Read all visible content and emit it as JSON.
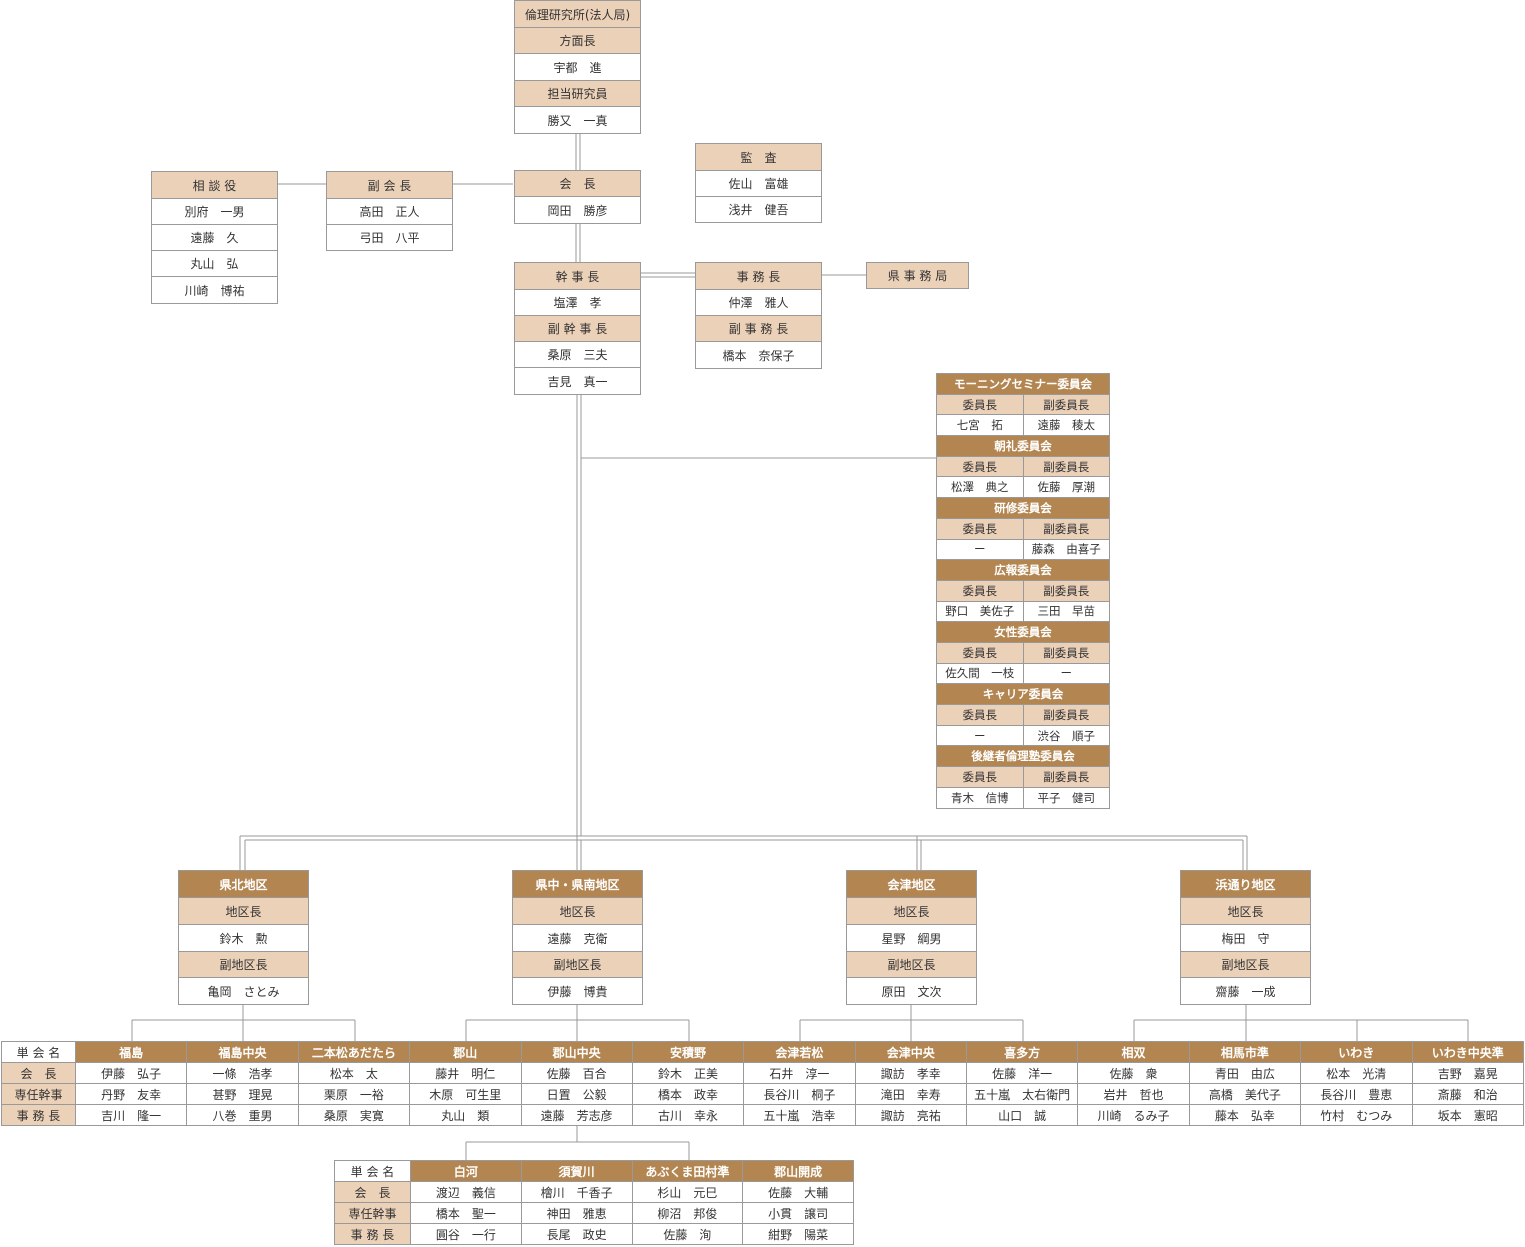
{
  "hq": {
    "org": "倫理研究所(法人局)",
    "dir_title": "方面長",
    "dir_name": "宇都　進",
    "res_title": "担当研究員",
    "res_name": "勝又　一真"
  },
  "advisor": {
    "title": "相 談 役",
    "names": [
      "別府　一男",
      "遠藤　久",
      "丸山　弘",
      "川崎　博祐"
    ]
  },
  "vice_pres": {
    "title": "副 会 長",
    "names": [
      "高田　正人",
      "弓田　八平"
    ]
  },
  "president": {
    "title": "会　長",
    "name": "岡田　勝彦"
  },
  "auditor": {
    "title": "監　査",
    "names": [
      "佐山　富雄",
      "浅井　健吾"
    ]
  },
  "secretary_general": {
    "title": "幹 事 長",
    "name": "塩澤　孝",
    "vice_title": "副 幹 事 長",
    "vice_names": [
      "桑原　三夫",
      "吉見　真一"
    ]
  },
  "office_manager": {
    "title": "事 務 長",
    "name": "仲澤　雅人",
    "vice_title": "副 事 務 長",
    "vice_name": "橋本　奈保子"
  },
  "pref_office": {
    "title": "県 事 務 局"
  },
  "committees": [
    {
      "name": "モーニングセミナー委員会",
      "chair_label": "委員長",
      "vice_label": "副委員長",
      "chair": "七宮　拓",
      "vice": "遠藤　稜太"
    },
    {
      "name": "朝礼委員会",
      "chair_label": "委員長",
      "vice_label": "副委員長",
      "chair": "松澤　典之",
      "vice": "佐藤　厚潮"
    },
    {
      "name": "研修委員会",
      "chair_label": "委員長",
      "vice_label": "副委員長",
      "chair": "ー",
      "vice": "藤森　由喜子"
    },
    {
      "name": "広報委員会",
      "chair_label": "委員長",
      "vice_label": "副委員長",
      "chair": "野口　美佐子",
      "vice": "三田　早苗"
    },
    {
      "name": "女性委員会",
      "chair_label": "委員長",
      "vice_label": "副委員長",
      "chair": "佐久間　一枝",
      "vice": "ー"
    },
    {
      "name": "キャリア委員会",
      "chair_label": "委員長",
      "vice_label": "副委員長",
      "chair": "ー",
      "vice": "渋谷　順子"
    },
    {
      "name": "後継者倫理塾委員会",
      "chair_label": "委員長",
      "vice_label": "副委員長",
      "chair": "青木　信博",
      "vice": "平子　健司"
    }
  ],
  "districts": [
    {
      "name": "県北地区",
      "head_label": "地区長",
      "head": "鈴木　勲",
      "vice_label": "副地区長",
      "vice": "亀岡　さとみ"
    },
    {
      "name": "県中・県南地区",
      "head_label": "地区長",
      "head": "遠藤　克衛",
      "vice_label": "副地区長",
      "vice": "伊藤　博貴"
    },
    {
      "name": "会津地区",
      "head_label": "地区長",
      "head": "星野　綱男",
      "vice_label": "副地区長",
      "vice": "原田　文次"
    },
    {
      "name": "浜通り地区",
      "head_label": "地区長",
      "head": "梅田　守",
      "vice_label": "副地区長",
      "vice": "齋藤　一成"
    }
  ],
  "unit_table": {
    "header_label": "単 会 名",
    "row_labels": [
      "会　長",
      "専任幹事",
      "事 務 長"
    ],
    "units": [
      {
        "name": "福島",
        "people": [
          "伊藤　弘子",
          "丹野　友幸",
          "吉川　隆一"
        ]
      },
      {
        "name": "福島中央",
        "people": [
          "一條　浩孝",
          "甚野　理晃",
          "八巻　重男"
        ]
      },
      {
        "name": "二本松あだたら",
        "people": [
          "松本　太",
          "栗原　一裕",
          "桑原　実寛"
        ]
      },
      {
        "name": "郡山",
        "people": [
          "藤井　明仁",
          "木原　可生里",
          "丸山　類"
        ]
      },
      {
        "name": "郡山中央",
        "people": [
          "佐藤　百合",
          "日置　公毅",
          "遠藤　芳志彦"
        ]
      },
      {
        "name": "安積野",
        "people": [
          "鈴木　正美",
          "橋本　政幸",
          "古川　幸永"
        ]
      },
      {
        "name": "会津若松",
        "people": [
          "石井　淳一",
          "長谷川　桐子",
          "五十嵐　浩幸"
        ]
      },
      {
        "name": "会津中央",
        "people": [
          "諏訪　孝幸",
          "滝田　幸寿",
          "諏訪　亮祐"
        ]
      },
      {
        "name": "喜多方",
        "people": [
          "佐藤　洋一",
          "五十嵐　太右衛門",
          "山口　誠"
        ]
      },
      {
        "name": "相双",
        "people": [
          "佐藤　衆",
          "岩井　哲也",
          "川崎　るみ子"
        ]
      },
      {
        "name": "相馬市準",
        "people": [
          "青田　由広",
          "高橋　美代子",
          "藤本　弘幸"
        ]
      },
      {
        "name": "いわき",
        "people": [
          "松本　光清",
          "長谷川　豊恵",
          "竹村　むつみ"
        ]
      },
      {
        "name": "いわき中央準",
        "people": [
          "吉野　嘉晃",
          "斎藤　和治",
          "坂本　憲昭"
        ]
      }
    ]
  },
  "sub_unit_table": {
    "header_label": "単 会 名",
    "row_labels": [
      "会　長",
      "専任幹事",
      "事 務 長"
    ],
    "units": [
      {
        "name": "白河",
        "people": [
          "渡辺　義信",
          "橋本　聖一",
          "圓谷　一行"
        ]
      },
      {
        "name": "須賀川",
        "people": [
          "檜川　千香子",
          "神田　雅恵",
          "長尾　政史"
        ]
      },
      {
        "name": "あぶくま田村準",
        "people": [
          "杉山　元巳",
          "柳沼　邦俊",
          "佐藤　洵"
        ]
      },
      {
        "name": "郡山開成",
        "people": [
          "佐藤　大輔",
          "小貫　譲司",
          "紺野　陽菜"
        ]
      }
    ]
  },
  "colors": {
    "dark_header": "#b28551",
    "light_header": "#ecd1b9",
    "line": "#999999"
  }
}
